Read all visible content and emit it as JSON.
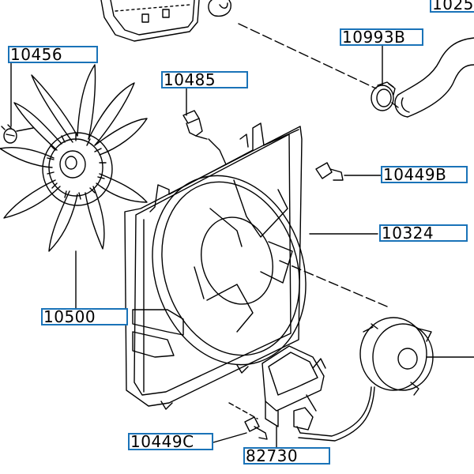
{
  "diagram": {
    "part_numbers": {
      "top_right_partial": "1025",
      "clamp": "10993B",
      "fan_bolt": "10456",
      "shroud_bolt": "10485",
      "motor_bolt": "10449B",
      "shroud": "10324",
      "fan": "10500",
      "lower_bolt": "10449C",
      "resistor": "82730"
    },
    "colors": {
      "line": "#000000",
      "callout_border": "#1a73b8",
      "background": "#ffffff"
    }
  }
}
